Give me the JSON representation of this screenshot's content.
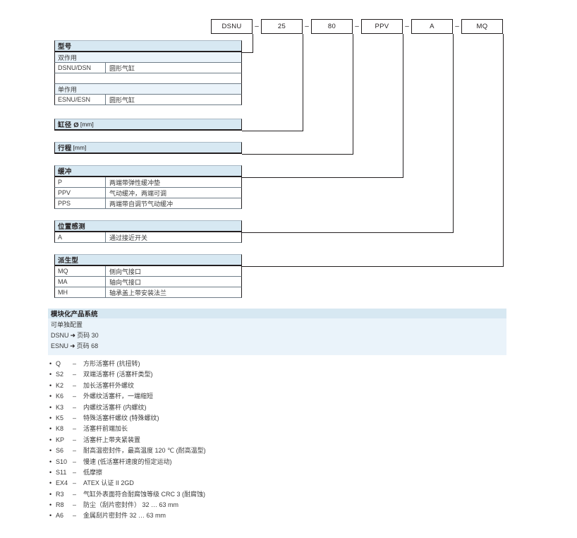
{
  "ordering_code": {
    "separator": "–",
    "cells": [
      {
        "name": "series",
        "value": "DSNU"
      },
      {
        "name": "bore",
        "value": "25"
      },
      {
        "name": "stroke",
        "value": "80"
      },
      {
        "name": "cushioning",
        "value": "PPV"
      },
      {
        "name": "position-sensing",
        "value": "A"
      },
      {
        "name": "variant",
        "value": "MQ"
      }
    ]
  },
  "top_crumb": "",
  "tables": {
    "type": {
      "header": "型号",
      "unit": "",
      "rows": [
        {
          "code": "双作用",
          "desc": "",
          "shade": true,
          "full": true
        },
        {
          "code": "DSNU/DSN",
          "desc": "圆形气缸",
          "shade": false,
          "full": false
        },
        {
          "code": "",
          "desc": "",
          "shade": false,
          "full": true
        },
        {
          "code": "单作用",
          "desc": "",
          "shade": true,
          "full": true
        },
        {
          "code": "ESNU/ESN",
          "desc": "圆形气缸",
          "shade": false,
          "full": false
        }
      ]
    },
    "bore": {
      "header": "缸径 Ø",
      "unit": "[mm]",
      "rows": []
    },
    "stroke": {
      "header": "行程",
      "unit": "[mm]",
      "rows": []
    },
    "cushioning": {
      "header": "缓冲",
      "unit": "",
      "rows": [
        {
          "code": "P",
          "desc": "两端带弹性缓冲垫",
          "shade": false,
          "full": false
        },
        {
          "code": "PPV",
          "desc": "气动缓冲，两端可调",
          "shade": false,
          "full": false
        },
        {
          "code": "PPS",
          "desc": "两端带自调节气动缓冲",
          "shade": false,
          "full": false
        }
      ]
    },
    "position_sensing": {
      "header": "位置感测",
      "unit": "",
      "rows": [
        {
          "code": "A",
          "desc": "通过接近开关",
          "shade": false,
          "full": false
        }
      ]
    },
    "variant": {
      "header": "派生型",
      "unit": "",
      "rows": [
        {
          "code": "MQ",
          "desc": "侧向气接口",
          "shade": false,
          "full": false
        },
        {
          "code": "MA",
          "desc": "轴向气接口",
          "shade": false,
          "full": false
        },
        {
          "code": "MH",
          "desc": "轴承盖上带安装法兰",
          "shade": false,
          "full": false
        }
      ]
    }
  },
  "info_box": {
    "title": "模块化产品系统",
    "subtitle": "可单独配置",
    "links": [
      {
        "label": "DSNU",
        "arrow": "➜",
        "target": "页码 30"
      },
      {
        "label": "ESNU",
        "arrow": "➜",
        "target": "页码 68"
      }
    ]
  },
  "options": {
    "bullet": "•",
    "dash": "–",
    "items": [
      {
        "code": "Q",
        "desc": "方形活塞杆 (抗扭转)"
      },
      {
        "code": "S2",
        "desc": "双端活塞杆 (活塞杆类型)"
      },
      {
        "code": "K2",
        "desc": "加长活塞杆外螺纹"
      },
      {
        "code": "K6",
        "desc": "外螺纹活塞杆，一端缩短"
      },
      {
        "code": "K3",
        "desc": "内螺纹活塞杆 (内螺纹)"
      },
      {
        "code": "K5",
        "desc": "特殊活塞杆螺纹 (特殊螺纹)"
      },
      {
        "code": "K8",
        "desc": "活塞杆前端加长"
      },
      {
        "code": "KP",
        "desc": "活塞杆上带夹紧装置"
      },
      {
        "code": "S6",
        "desc": "耐高温密封件，最高温度 120 ℃ (耐高温型)"
      },
      {
        "code": "S10",
        "desc": "慢速 (低活塞杆速度的恒定运动)"
      },
      {
        "code": "S11",
        "desc": "低摩擦"
      },
      {
        "code": "EX4",
        "desc": "ATEX 认证 II 2GD"
      },
      {
        "code": "R3",
        "desc": "气缸外表面符合耐腐蚀等级 CRC 3 (耐腐蚀)"
      },
      {
        "code": "R8",
        "desc": "防尘（刮片密封件） 32 … 63 mm"
      },
      {
        "code": "A6",
        "desc": "金属刮片密封件 32 … 63 mm"
      }
    ]
  },
  "colors": {
    "header_blue": "#d7e8f2",
    "row_blue": "#eaf3fa",
    "line": "#231f20"
  }
}
